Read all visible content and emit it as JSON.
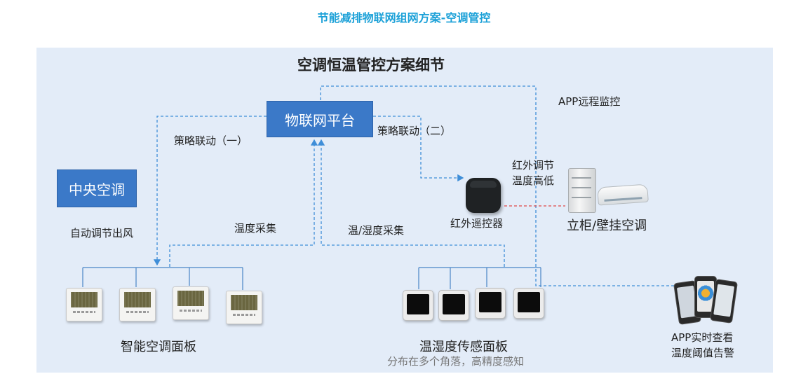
{
  "page_title": "节能减排物联网组网方案-空调管控",
  "diagram": {
    "title": "空调恒温管控方案细节",
    "iot_platform": "物联网平台",
    "central_ac": "中央空调",
    "strategy_link_1": "策略联动（一）",
    "strategy_link_2": "策略联动（二）",
    "app_remote": "APP远程监控",
    "ir_adjust_line1": "红外调节",
    "ir_adjust_line2": "温度高低",
    "ir_remote_label": "红外遥控器",
    "ac_unit_label": "立柜/壁挂空调",
    "auto_adjust": "自动调节出风",
    "temp_collect": "温度采集",
    "hum_collect": "温/湿度采集",
    "smart_panel_label": "智能空调面板",
    "sensor_panel_label": "温湿度传感面板",
    "sensor_panel_sub": "分布在多个角落，高精度感知",
    "app_view_line1": "APP实时查看",
    "app_view_line2": "温度阈值告警"
  },
  "colors": {
    "title": "#1ca1d8",
    "background_panel": "#e3ecf8",
    "box_fill": "#3b79c8",
    "dashed_link": "#3f8ed8",
    "solid_connector": "#4a86c6",
    "ir_link": "#e04848"
  },
  "icons": {
    "ac_panel": "ac-control-panel-icon",
    "sensor_panel": "temperature-humidity-sensor-icon",
    "ir_remote": "ir-remote-controller-icon",
    "ac_unit": "air-conditioner-icon",
    "app": "smartphone-app-icon"
  }
}
